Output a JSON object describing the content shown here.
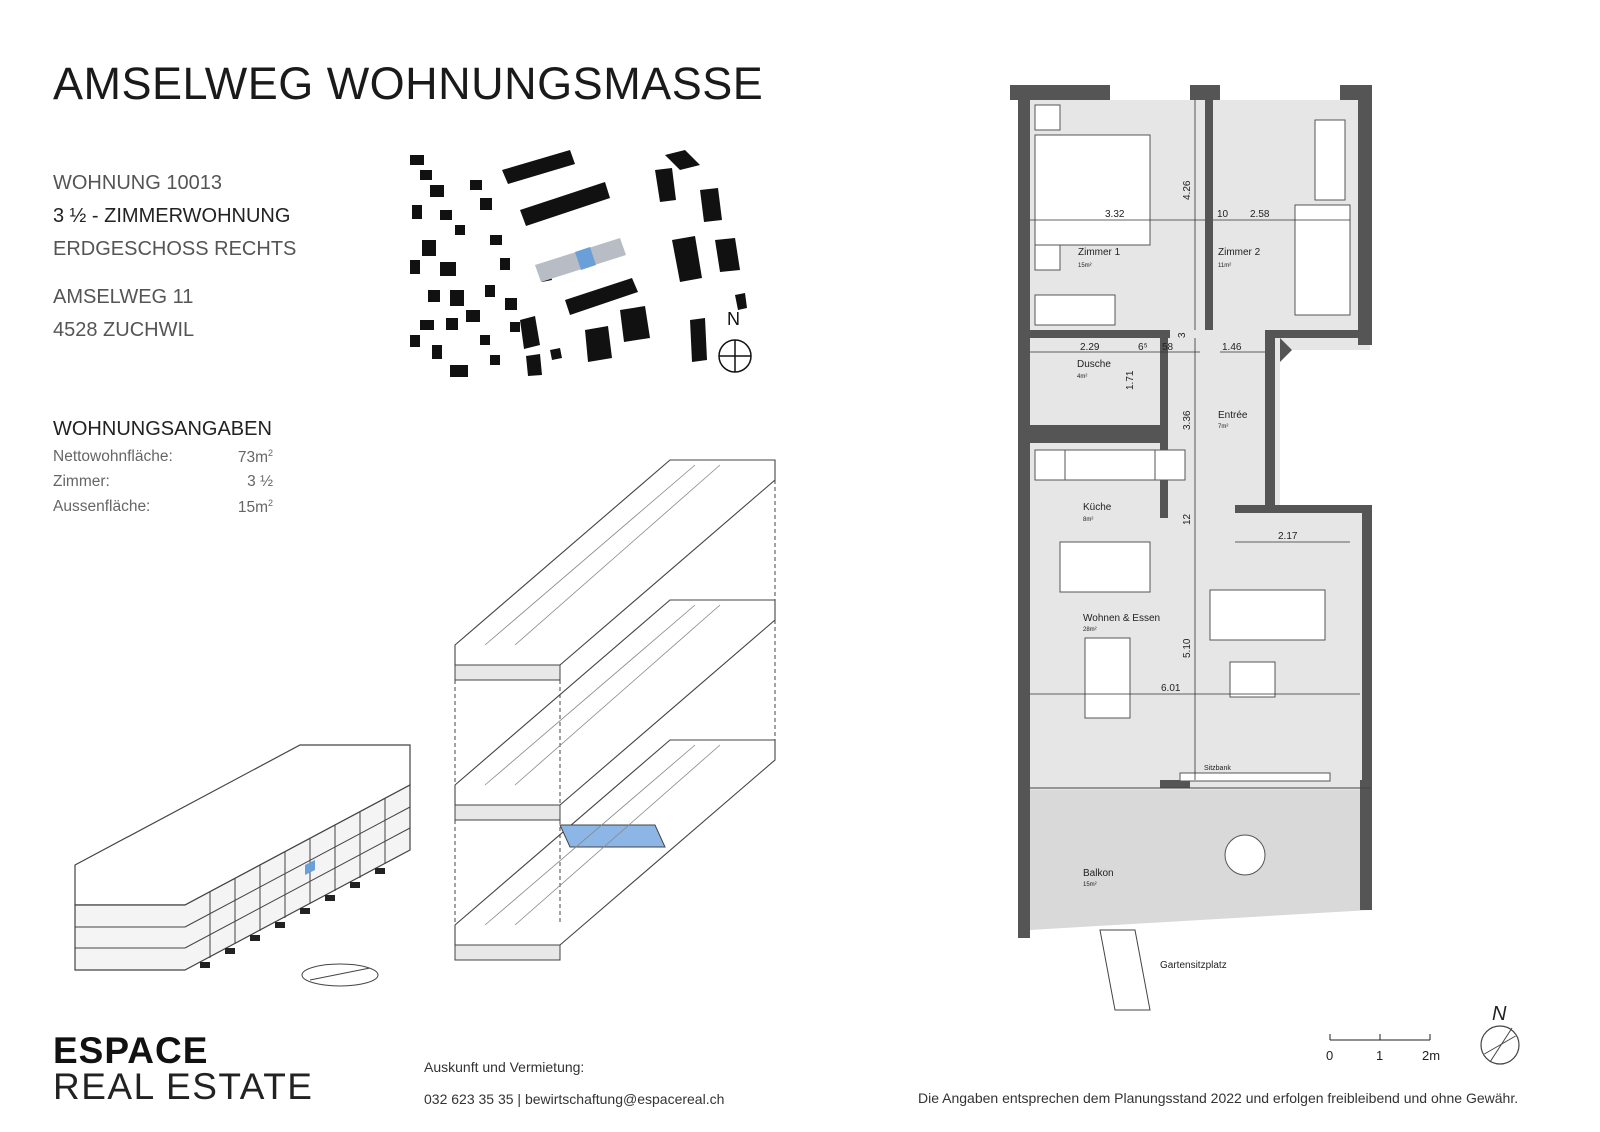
{
  "title": "AMSELWEG WOHNUNGSMASSE",
  "apartment": {
    "number": "WOHNUNG 10013",
    "type": "3 ½ - ZIMMERWOHNUNG",
    "floor": "ERDGESCHOSS RECHTS",
    "street": "AMSELWEG 11",
    "city": "4528 ZUCHWIL"
  },
  "specs": {
    "heading": "WOHNUNGSANGABEN",
    "rows": [
      {
        "label": "Nettowohnfläche:",
        "value": "73m",
        "sup": "2"
      },
      {
        "label": "Zimmer:",
        "value": "3 ½",
        "sup": ""
      },
      {
        "label": "Aussenfläche:",
        "value": "15m",
        "sup": "2"
      }
    ]
  },
  "north_label": "N",
  "floorplan": {
    "rooms": [
      {
        "name": "Zimmer 1",
        "area": "15m²"
      },
      {
        "name": "Zimmer 2",
        "area": "11m²"
      },
      {
        "name": "Dusche",
        "area": "4m²"
      },
      {
        "name": "Entrée",
        "area": "7m²"
      },
      {
        "name": "Küche",
        "area": "8m²"
      },
      {
        "name": "Wohnen & Essen",
        "area": "28m²"
      },
      {
        "name": "Balkon",
        "area": "15m²"
      }
    ],
    "dimensions": [
      "3.32",
      "4.26",
      "10",
      "2.58",
      "2.29",
      "6⁵",
      "58",
      "1.46",
      "3",
      "1.71",
      "3.36",
      "12",
      "2.17",
      "5.10",
      "6.01"
    ],
    "labels": {
      "sitzbank": "Sitzbank",
      "garden": "Gartensitzplatz"
    },
    "scale": [
      "0",
      "1",
      "2m"
    ]
  },
  "brand": {
    "line1": "ESPACE",
    "line2": "REAL ESTATE"
  },
  "contact": {
    "heading": "Auskunft und Vermietung:",
    "line": "032 623 35 35 | bewirtschaftung@espacereal.ch"
  },
  "disclaimer": "Die Angaben entsprechen dem Planungsstand 2022 und erfolgen freibleibend und ohne Gewähr.",
  "colors": {
    "wall": "#555555",
    "floor": "#e6e6e6",
    "highlight": "#7aa7d9"
  }
}
